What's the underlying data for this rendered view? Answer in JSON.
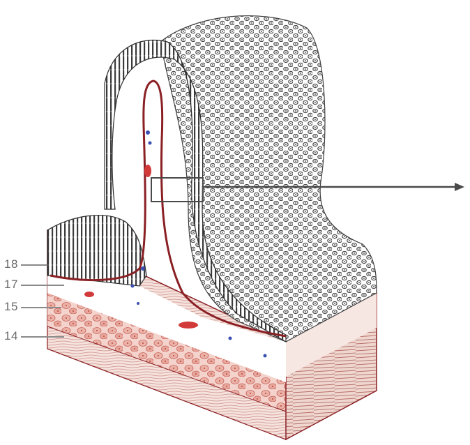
{
  "labels": [
    {
      "id": "18",
      "text": "18"
    },
    {
      "id": "17",
      "text": "17"
    },
    {
      "id": "15",
      "text": "15"
    },
    {
      "id": "14",
      "text": "14"
    }
  ],
  "colors": {
    "mucosa_outline": "#8a1f24",
    "villus_cells": "#3a3a3a",
    "surface_texture": "#5c5c5c",
    "capillary_red": "#d23a3a",
    "lymph_blue": "#3a4fb0",
    "tissue_pink": "#e9b2a8",
    "muscle_pink": "#d98c86",
    "pointer": "#4a4a4a"
  }
}
